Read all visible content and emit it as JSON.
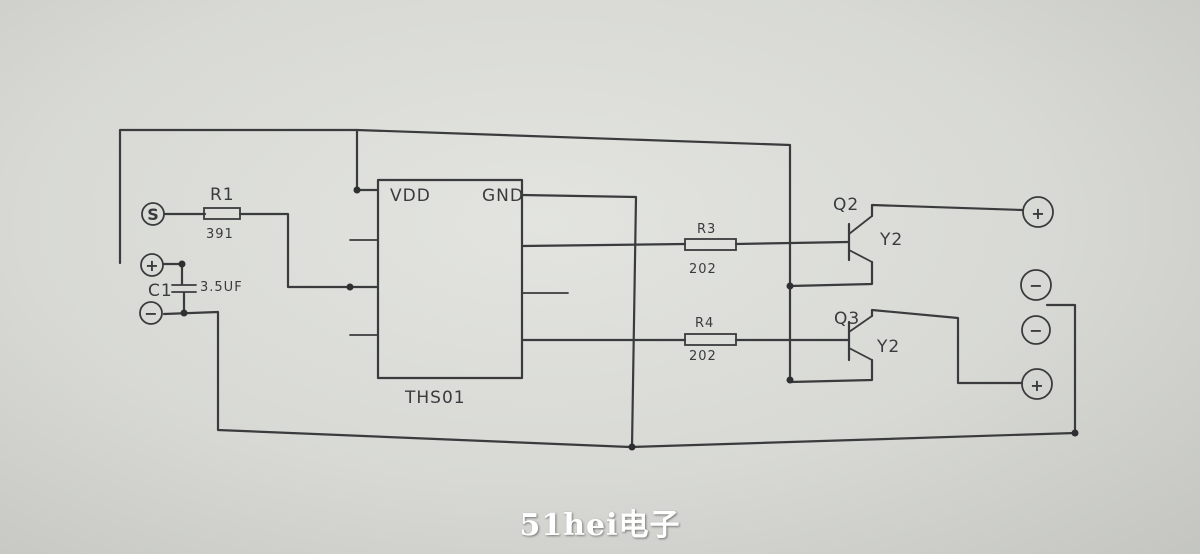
{
  "ic": {
    "name": "THS01",
    "pin_vdd": "VDD",
    "pin_gnd": "GND"
  },
  "components": {
    "r1": {
      "ref": "R1",
      "value": "391"
    },
    "c1": {
      "ref": "C1",
      "value": "3.5UF"
    },
    "r3": {
      "ref": "R3",
      "value": "202"
    },
    "r4": {
      "ref": "R4",
      "value": "202"
    },
    "q2": {
      "ref": "Q2",
      "type": "Y2"
    },
    "q3": {
      "ref": "Q3",
      "type": "Y2"
    }
  },
  "terminals": {
    "signal": "S",
    "input_plus": "+",
    "input_minus": "−",
    "out1_plus": "+",
    "out_minus_a": "−",
    "out_minus_b": "−",
    "out2_plus": "+"
  },
  "watermark": "51hei电子"
}
